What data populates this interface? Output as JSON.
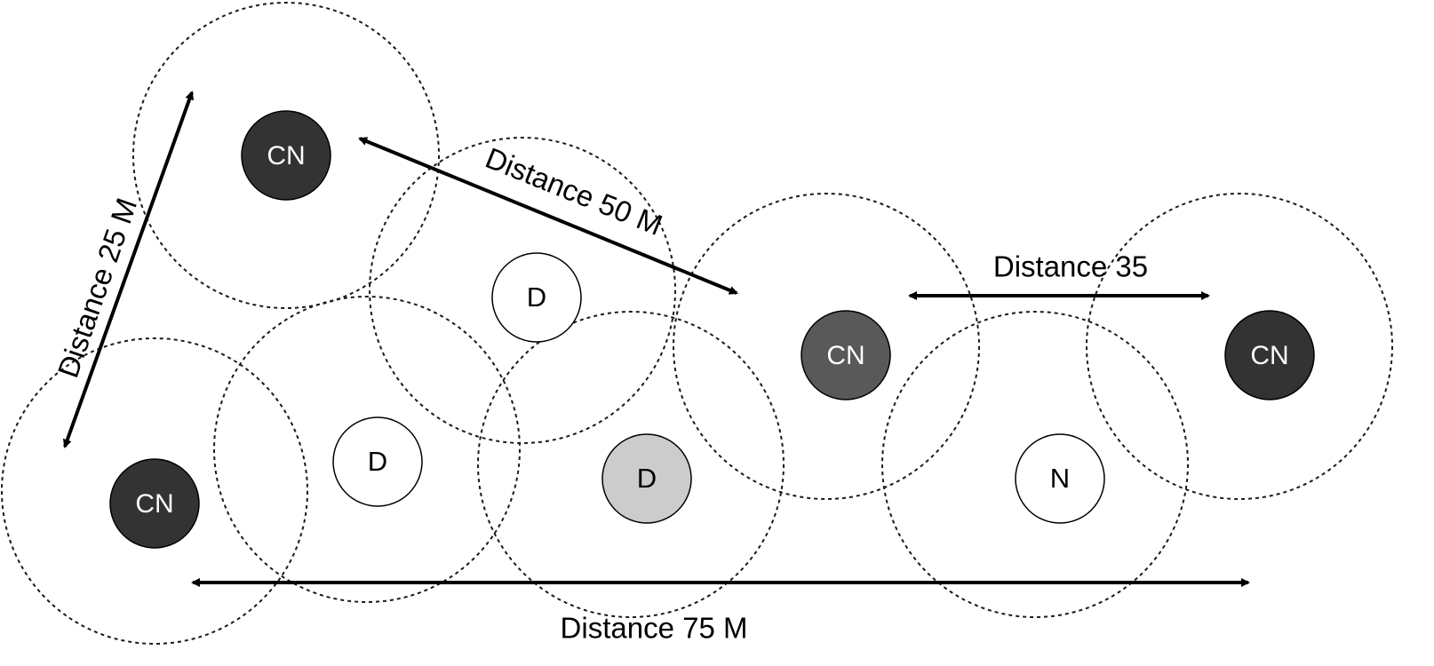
{
  "colors": {
    "cn_dark": "#333333",
    "cn_medium": "#595959",
    "d_white": "#ffffff",
    "d_gray": "#cccccc",
    "stroke": "#000000"
  },
  "nodes": {
    "cn_top_left": "CN",
    "cn_bottom_left": "CN",
    "cn_center": "CN",
    "cn_right": "CN",
    "d_upper": "D",
    "d_lower_left": "D",
    "d_gray": "D",
    "d_right": "N"
  },
  "labels": {
    "distance_25": "Distance 25 M",
    "distance_50": "Distance 50 M",
    "distance_35": "Distance 35",
    "distance_75": "Distance 75 M"
  }
}
